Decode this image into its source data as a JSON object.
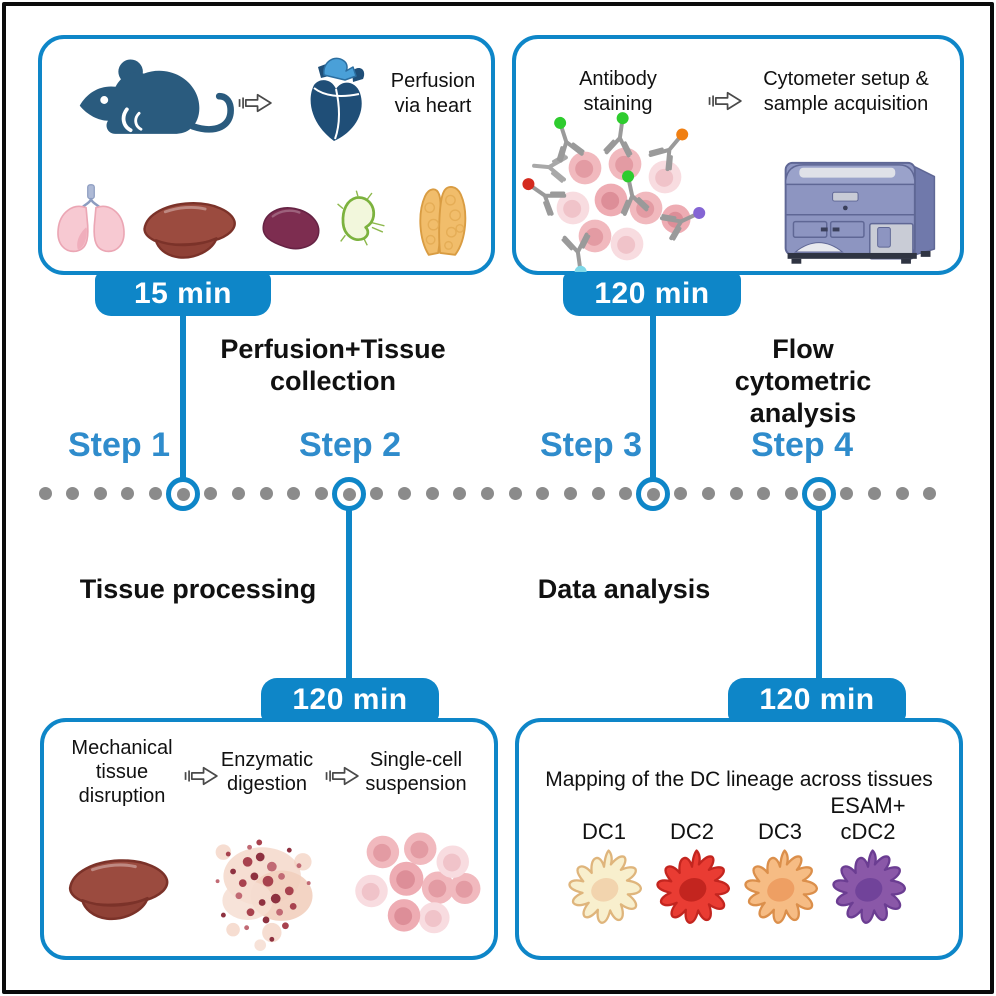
{
  "colors": {
    "accent_blue": "#0e86c8",
    "step_label_blue": "#2f8ccc",
    "timeline_dot_gray": "#8b8b8b",
    "text_black": "#111111",
    "badge_text_white": "#ffffff",
    "fluorophore_dots": [
      "#2ecc2e",
      "#f07f12",
      "#d42a1e",
      "#8465d4",
      "#7fd8e8"
    ]
  },
  "steps": [
    {
      "label": "Step 1",
      "duration": "15 min",
      "phase": "Perfusion+Tissue\ncollection"
    },
    {
      "label": "Step 2",
      "duration": "120 min",
      "phase": "Tissue processing"
    },
    {
      "label": "Step 3",
      "duration": "120 min",
      "phase": "Flow cytometric\nanalysis"
    },
    {
      "label": "Step 4",
      "duration": "120 min",
      "phase": "Data analysis"
    }
  ],
  "panel_collection": {
    "caption": "Perfusion\nvia heart",
    "icons": [
      "mouse-icon",
      "block-arrow-icon",
      "heart-icon",
      "lungs-icon",
      "liver-icon",
      "spleen-icon",
      "lymph-node-icon",
      "thymus-icon"
    ]
  },
  "panel_staining": {
    "left_label": "Antibody\nstaining",
    "right_label": "Cytometer setup &\nsample acquisition",
    "icons": [
      "antibody-stained-cells-icon",
      "block-arrow-icon",
      "flow-cytometer-icon"
    ]
  },
  "panel_processing": {
    "stage1": "Mechanical\ntissue\ndisruption",
    "stage2": "Enzymatic\ndigestion",
    "stage3": "Single-cell\nsuspension",
    "icons": [
      "liver-icon",
      "block-arrow-icon",
      "digested-tissue-icon",
      "single-cell-suspension-icon"
    ]
  },
  "panel_analysis": {
    "title": "Mapping of the DC lineage across tissues",
    "cells": [
      {
        "label": "DC1",
        "body": "#f8efcd",
        "nucleus": "#f2d4ae",
        "outline": "#dfb57c"
      },
      {
        "label": "DC2",
        "body": "#e93c33",
        "nucleus": "#c3251f",
        "outline": "#c3251f"
      },
      {
        "label": "DC3",
        "body": "#f6bc84",
        "nucleus": "#ee9f63",
        "outline": "#db8f4b"
      },
      {
        "label": "ESAM+\ncDC2",
        "body": "#8a58a8",
        "nucleus": "#71439a",
        "outline": "#6b3d92"
      }
    ]
  }
}
